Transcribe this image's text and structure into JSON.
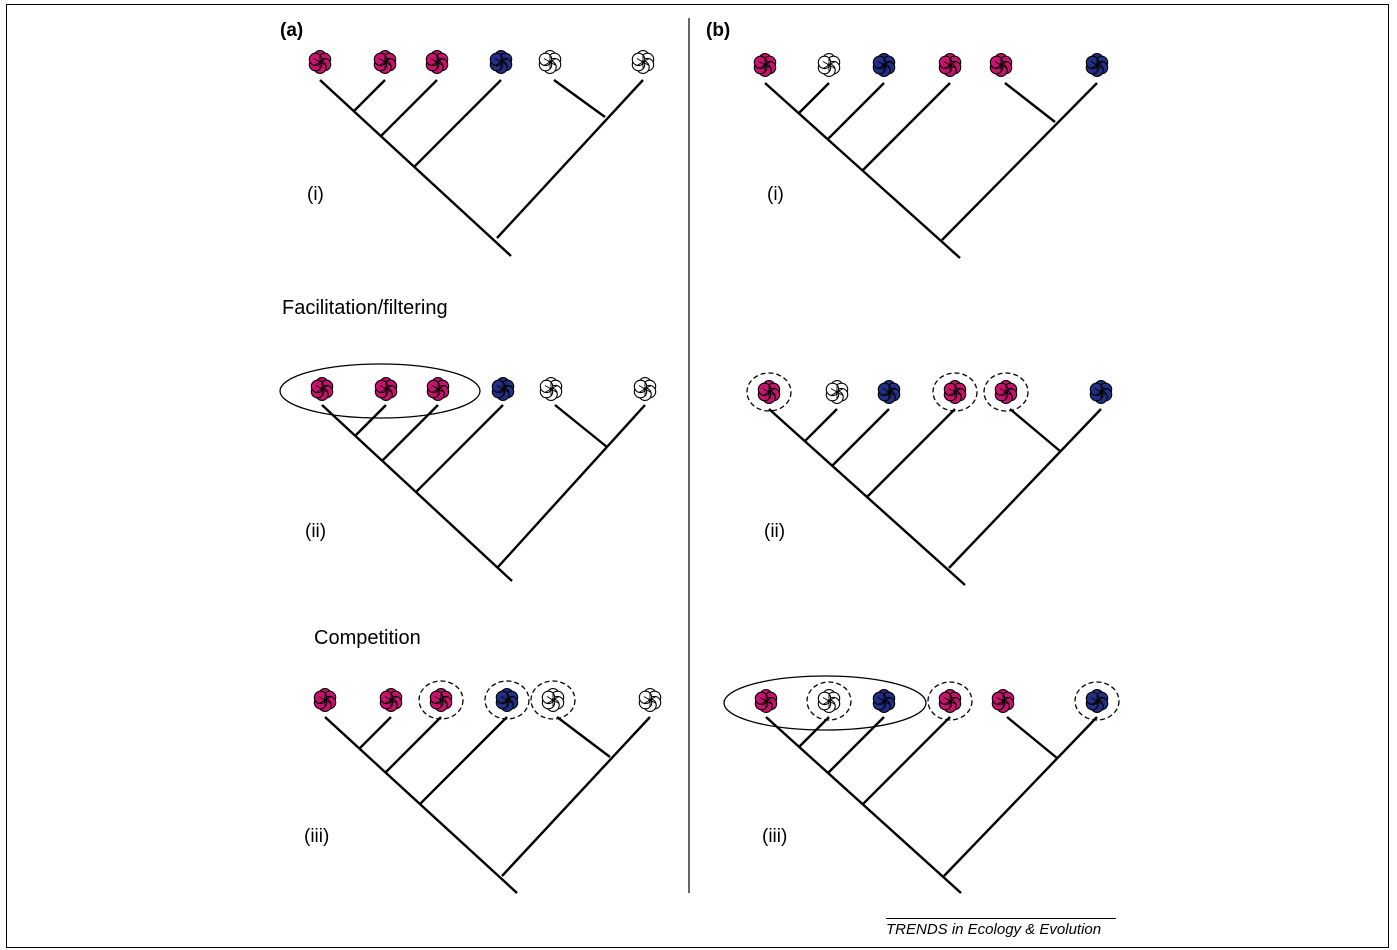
{
  "panels": {
    "a": {
      "label": "(a)",
      "rows": [
        {
          "roman": "(i)",
          "heading": "",
          "flowers": [
            "magenta",
            "magenta",
            "magenta",
            "blue",
            "white",
            "white"
          ],
          "solid": [],
          "dashed": []
        },
        {
          "roman": "(ii)",
          "heading": "Facilitation/filtering",
          "flowers": [
            "magenta",
            "magenta",
            "magenta",
            "blue",
            "white",
            "white"
          ],
          "solid": [
            [
              0,
              2
            ]
          ],
          "dashed": []
        },
        {
          "roman": "(iii)",
          "heading": "Competition",
          "flowers": [
            "magenta",
            "magenta",
            "magenta",
            "blue",
            "white",
            "white"
          ],
          "solid": [],
          "dashed": [
            2,
            3,
            4
          ]
        }
      ]
    },
    "b": {
      "label": "(b)",
      "rows": [
        {
          "roman": "(i)",
          "heading": "",
          "flowers": [
            "magenta",
            "white",
            "blue",
            "magenta",
            "magenta",
            "blue"
          ],
          "solid": [],
          "dashed": []
        },
        {
          "roman": "(ii)",
          "heading": "",
          "flowers": [
            "magenta",
            "white",
            "blue",
            "magenta",
            "magenta",
            "blue"
          ],
          "solid": [],
          "dashed": [
            0,
            3,
            4
          ]
        },
        {
          "roman": "(iii)",
          "heading": "",
          "flowers": [
            "magenta",
            "white",
            "blue",
            "magenta",
            "magenta",
            "blue"
          ],
          "solid": [
            [
              0,
              2
            ]
          ],
          "dashed": [
            1,
            3,
            5
          ]
        }
      ]
    }
  },
  "credit": "TRENDS in Ecology & Evolution",
  "colors": {
    "magenta": "#c8126e",
    "blue": "#232e86",
    "white": "#ffffff",
    "line": "#000000"
  }
}
